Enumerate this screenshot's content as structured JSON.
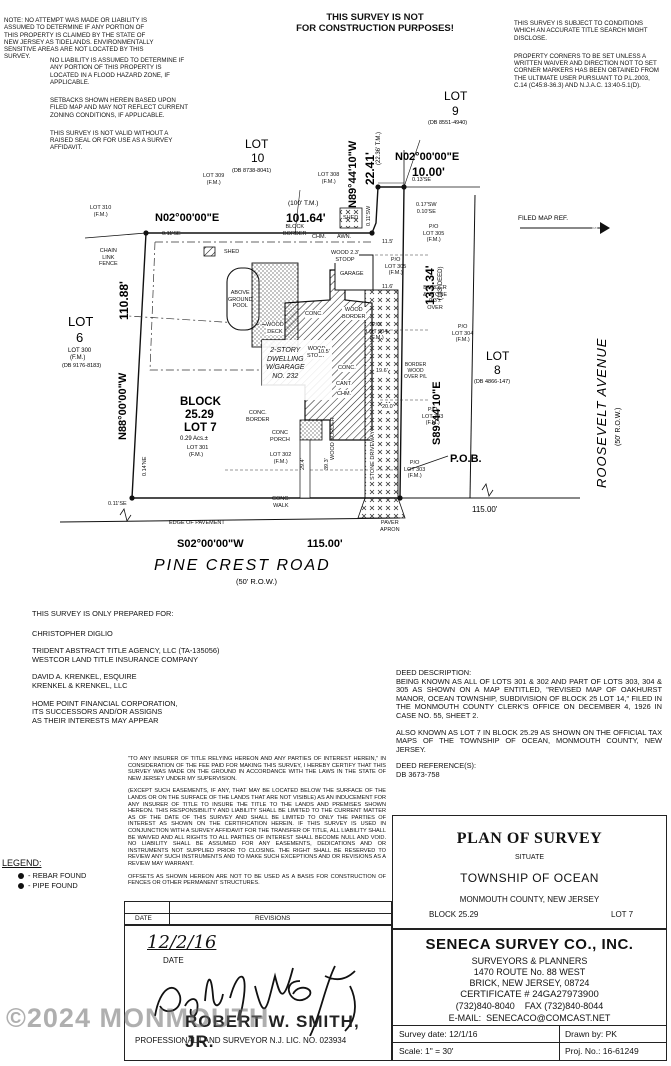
{
  "notes_left": [
    "NOTE:  NO ATTEMPT WAS MADE OR LIABILITY IS ASSUMED TO DETERMINE IF ANY PORTION OF THIS PROPERTY IS CLAIMED BY THE STATE OF NEW JERSEY AS TIDELANDS. ENVIRONMENTALLY SENSITIVE AREAS ARE NOT LOCATED BY THIS SURVEY.",
    "NO LIABILITY IS ASSUMED TO DETERMINE IF ANY PORTION OF THIS PROPERTY IS LOCATED IN A FLOOD HAZARD ZONE, IF APPLICABLE.",
    "SETBACKS SHOWN HEREIN BASED UPON FILED MAP AND MAY NOT REFLECT CURRENT ZONING CONDITIONS, IF APPLICABLE.",
    "THIS SURVEY IS NOT VALID WITHOUT A RAISED SEAL OR FOR USE AS A SURVEY AFFIDAVIT."
  ],
  "header_center": [
    "THIS SURVEY IS NOT",
    "FOR CONSTRUCTION PURPOSES!"
  ],
  "notes_right": [
    "THIS SURVEY IS SUBJECT TO CONDITIONS WHICH AN ACCURATE TITLE SEARCH MIGHT DISCLOSE.",
    "PROPERTY CORNERS TO BE SET UNLESS A WRITTEN WAIVER AND DIRECTION NOT TO SET CORNER MARKERS HAS BEEN OBTAINED FROM THE ULTIMATE USER PURSUANT TO P.L.2003, c.14 (C45:8-36.3) AND N.J.A.C. 13:40-5.1(d)."
  ],
  "plan": {
    "lot9": {
      "title": "LOT",
      "num": "9",
      "ref": "(DB 8551-4940)"
    },
    "lot10": {
      "title": "LOT",
      "num": "10",
      "ref": "(DB 8738-8041)"
    },
    "lot6": {
      "title": "LOT",
      "num": "6",
      "sub": "LOT 300",
      "fm": "(F.M.)",
      "ref": "(DB 9176-8183)"
    },
    "lot8": {
      "title": "LOT",
      "num": "8",
      "ref": "(DB 4866-147)"
    },
    "block": {
      "line1": "BLOCK",
      "line2": "25.29",
      "line3": "LOT 7",
      "acres": "0.29 Acs.±",
      "lot": "LOT 301",
      "fm": "(F.M.)"
    },
    "bearing_top_left": "N02°00'00\"E",
    "dist_top_left": "101.64'",
    "tm_top_left": "(100' T.M.)",
    "bearing_top_right": "N02°00'00\"E",
    "dist_top_right": "10.00'",
    "bearing_vert_mid": "N89°44'10\"W",
    "dist_vert_mid": "22.41'",
    "tm_vert_mid": "(22.36' T.M.)",
    "bearing_left": "N88°00'00\"W",
    "dist_left": "110.88'",
    "bearing_right": "S89°44'10\"E",
    "dist_right": "133.34'",
    "deed_right": "(133' DEED)",
    "bearing_bottom": "S02°00'00\"W",
    "dist_bottom": "115.00'",
    "dist_bottom_right": "115.00'",
    "pob": "P.O.B.",
    "road": "PINE CREST ROAD",
    "road_row": "(50' R.O.W.)",
    "avenue": "ROOSEVELT AVENUE",
    "avenue_row": "(50' R.O.W.)",
    "filed_map_ref": "FILED MAP REF.",
    "labels": {
      "lot309": "LOT 309\n(F.M.)",
      "lot308": "LOT 308\n(F.M.)",
      "lot310": "LOT 310\n(F.M.)",
      "lot305": "P/O\nLOT 305\n(F.M.)",
      "lot304": "P/O\nLOT 304\n(F.M.)",
      "lot303": "P/O\nLOT 303\n(F.M.)",
      "lot302": "LOT 302\n(F.M.)",
      "lot305in": "P/O\nLOT 305\n(F.M.)",
      "lot304in": "P/O\nLOT 304\n(F.M.)",
      "lot303in": "P/O\nLOT 303\n(F.M.)",
      "chain_fence": "CHAIN\nLINK\nFENCE",
      "shed": "SHED",
      "shed2": "SHED",
      "pool": "ABOVE\nGROUND\nPOOL",
      "wood_deck": "WOOD\nDECK",
      "dwelling": "2-STORY\nDWELLING\nW/GARAGE\nNo. 232",
      "garage": "GARAGE",
      "wood_stoop1": "WOOD\nSTOOP",
      "wood_stoop2": "WOOD 2.3'\nSTOOP",
      "wood_border1": "WOOD\nBORDER",
      "border_stone": "BORDER\n& STONE\n0.3'±\nOVER",
      "border_wood": "BORDER\nWOOD\nOVER P/L",
      "conc_border": "CONC.\nBORDER",
      "conc_porch": "CONC\nPORCH",
      "conc_walk": "CONC.\nWALK",
      "edge_pavement": "EDGE OF PAVEMENT",
      "paver_apron": "PAVER\nAPRON",
      "block_border": "BLOCK\nBORDER",
      "chm1": "CHM.",
      "chm2": "CHM.",
      "conc1": "CONC.",
      "conc2": "CONC.",
      "cant": "CANT.",
      "wood_border2": "WOOD BORDER",
      "stone_driveway": "STONE DRIVEWAY",
      "awn": "AWN.",
      "se011a": "0.11'SE",
      "se011b": "0.11'SE",
      "se013": "0.13'SE",
      "sw017": "0.17'SW\n0.10'SE",
      "sw014": "0.14'NE",
      "sw011": "0.11'SW",
      "d11_5": "11.5'",
      "d11_6": "11.6'",
      "d19_6": "19.6'",
      "d20_0": "20.0'",
      "d29_4": "29.4'",
      "d39_3": "39.3'",
      "d10_5": "10.5'"
    }
  },
  "prepared": {
    "heading": "THIS SURVEY IS ONLY PREPARED FOR:",
    "groups": [
      [
        "CHRISTOPHER DIGLIO"
      ],
      [
        "TRIDENT ABSTRACT TITLE AGENCY, LLC (TA-135056)",
        "WESTCOR LAND TITLE INSURANCE COMPANY"
      ],
      [
        "DAVID A. KRENKEL, ESQUIRE",
        "KRENKEL & KRENKEL, LLC"
      ],
      [
        "HOME POINT FINANCIAL CORPORATION,",
        "ITS SUCCESSORS AND/OR ASSIGNS",
        "AS THEIR INTERESTS MAY APPEAR"
      ]
    ]
  },
  "deed": {
    "heading": "DEED DESCRIPTION:",
    "body": "BEING KNOWN AS ALL OF LOTS 301 & 302 AND PART OF LOTS 303, 304 & 305 AS SHOWN ON A MAP ENTITLED, \"REVISED MAP OF OAKHURST MANOR, OCEAN TOWNSHIP, SUBDIVISION OF BLOCK 25 LOT 14,\" FILED IN THE MONMOUTH COUNTY CLERK'S OFFICE ON DECEMBER 4, 1926 IN CASE No. 55, SHEET 2.",
    "also": "ALSO KNOWN AS LOT 7 IN BLOCK 25.29 AS SHOWN ON THE OFFICIAL TAX MAPS OF THE TOWNSHIP OF OCEAN, MONMOUTH COUNTY, NEW JERSEY.",
    "ref_heading": "DEED REFERENCE(S):",
    "ref": "DB 3673-758"
  },
  "certification": "\"TO ANY INSURER OF TITLE RELYING HEREON AND ANY PARTIES OF INTEREST HEREIN,\" IN CONSIDERATION OF THE FEE PAID FOR MAKING THIS SURVEY, I HEREBY CERTIFY THAT THIS SURVEY WAS MADE ON THE GROUND IN ACCORDANCE WITH THE LAWS IN THE STATE OF NEW JERSEY UNDER MY SUPERVISION.",
  "certification2": "(EXCEPT SUCH EASEMENTS, IF ANY, THAT MAY BE LOCATED BELOW THE SURFACE OF THE LANDS OR ON THE SURFACE OF THE LANDS THAT ARE NOT VISIBLE) AS AN INDUCEMENT FOR ANY INSURER OF TITLE TO INSURE THE TITLE TO THE LANDS AND PREMISES SHOWN HEREON. THIS RESPONSIBILITY AND LIABILITY SHALL BE LIMITED TO THE CURRENT MATTER AS OF THE DATE OF THIS SURVEY AND SHALL BE LIMITED TO ONLY THE PARTIES OF INTEREST AS SHOWN ON THE CERTIFICATION HEREIN. IF THIS SURVEY IS USED IN CONJUNCTION WITH A SURVEY AFFIDAVIT FOR THE TRANSFER OF TITLE, ALL LIABILITY SHALL BE WAIVED AND ALL RIGHTS TO ALL PARTIES OF INTEREST SHALL BECOME NULL AND VOID. NO LIABILITY SHALL BE ASSUMED FOR ANY EASEMENTS, DEDICATIONS AND OR INSTRUMENTS NOT SUPPLIED PRIOR TO CLOSING. THE RIGHT SHALL BE RESERVED TO REVIEW ANY SUCH INSTRUMENTS AND TO MAKE SUCH EXCEPTIONS AND OR REVISIONS AS A REVIEW MAY WARRANT.",
  "offsets": "OFFSETS AS SHOWN HEREON ARE NOT TO BE USED AS A BASIS FOR CONSTRUCTION OF FENCES OR OTHER PERMANENT STRUCTURES.",
  "legend": {
    "heading": "LEGEND:",
    "items": [
      "- REBAR FOUND",
      "- PIPE FOUND"
    ]
  },
  "revisions": {
    "date": "DATE",
    "rev": "REVISIONS"
  },
  "title_block": {
    "title": "PLAN OF SURVEY",
    "situate": "SITUATE",
    "township": "TOWNSHIP OF OCEAN",
    "county": "MONMOUTH COUNTY, NEW JERSEY",
    "block": "BLOCK 25.29",
    "lot": "LOT 7"
  },
  "company": {
    "name": "SENECA SURVEY CO., INC.",
    "sub": "SURVEYORS & PLANNERS",
    "addr1": "1470 ROUTE No. 88 WEST",
    "addr2": "BRICK, NEW JERSEY, 08724",
    "cert": "CERTIFICATE # 24GA27973900",
    "phone": "(732)840-8040    FAX (732)840-8044",
    "email": "E-MAIL:  SENECACO@COMCAST.NET",
    "survey_date": "Survey date: 12/1/16",
    "drawn_by": "Drawn by: PK",
    "scale": "Scale: 1\" = 30'",
    "proj": "Proj. No.: 16-61249"
  },
  "signature": {
    "date_handwritten": "12/2/16",
    "date_label": "DATE",
    "name": "ROBERT W. SMITH, JR.",
    "license": "PROFESSIONAL LAND SURVEYOR N.J. LIC. NO. 023934"
  },
  "watermark": "©2024 MONMOUTH"
}
